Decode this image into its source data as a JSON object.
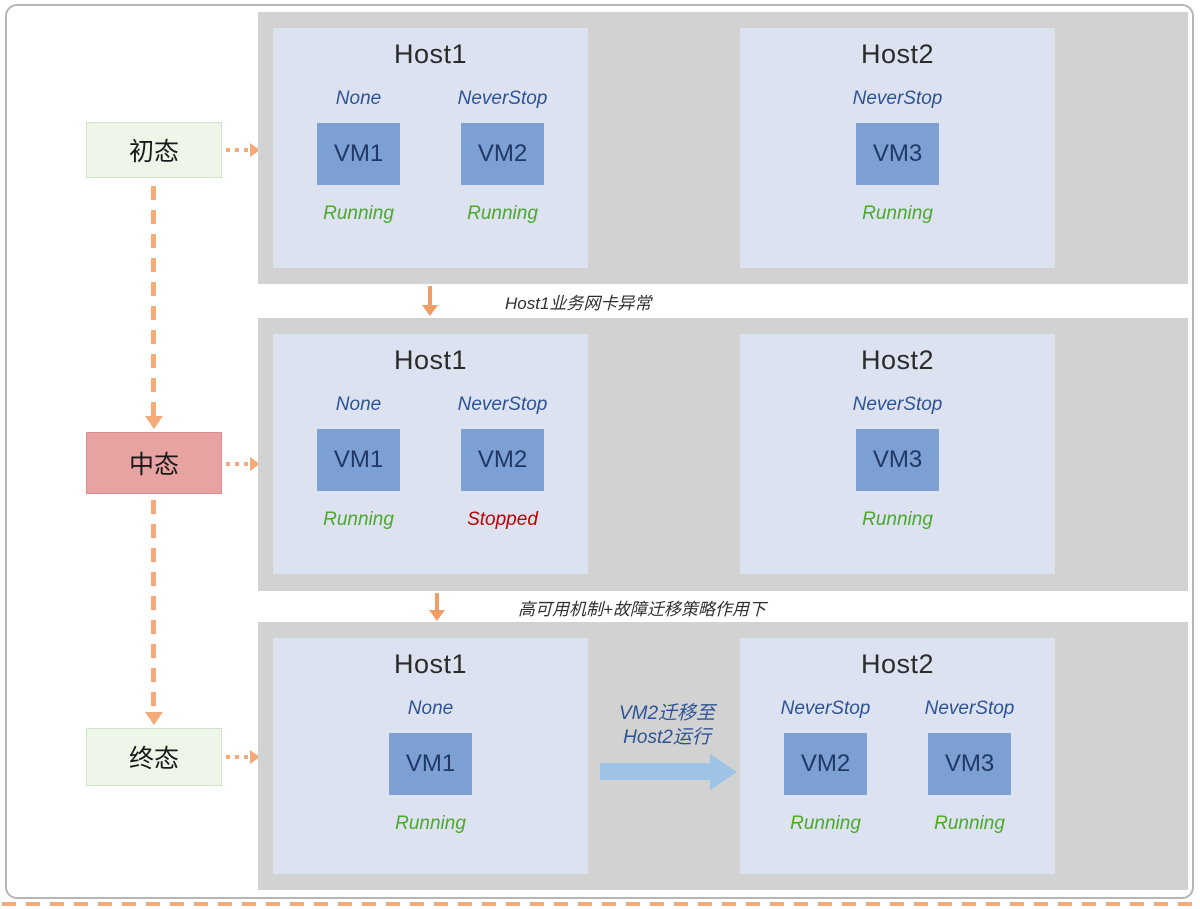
{
  "colors": {
    "stage_bg": "#d2d2d2",
    "host_bg": "#dce2f0",
    "vm_box_bg": "#7da0d4",
    "vm_box_text": "#1f3864",
    "policy_text": "#2e5395",
    "status_running": "#4ea72e",
    "status_stopped": "#c00000",
    "state_green_bg": "#edf6e9",
    "state_red_bg": "#e8a2a2",
    "flow_orange": "#f5ab79",
    "migration_arrow_blue": "#9dc3e6"
  },
  "states": [
    {
      "label": "初态"
    },
    {
      "label": "中态"
    },
    {
      "label": "终态"
    }
  ],
  "captions": {
    "t1": "Host1业务网卡异常",
    "t2": "高可用机制+故障迁移策略作用下"
  },
  "migration": {
    "line1": "VM2迁移至",
    "line2": "Host2运行"
  },
  "stages": [
    {
      "hosts": [
        {
          "title": "Host1",
          "vms": [
            {
              "name": "VM1",
              "policy": "None",
              "status": "Running"
            },
            {
              "name": "VM2",
              "policy": "NeverStop",
              "status": "Running"
            }
          ]
        },
        {
          "title": "Host2",
          "vms": [
            {
              "name": "VM3",
              "policy": "NeverStop",
              "status": "Running"
            }
          ]
        }
      ]
    },
    {
      "hosts": [
        {
          "title": "Host1",
          "vms": [
            {
              "name": "VM1",
              "policy": "None",
              "status": "Running"
            },
            {
              "name": "VM2",
              "policy": "NeverStop",
              "status": "Stopped"
            }
          ]
        },
        {
          "title": "Host2",
          "vms": [
            {
              "name": "VM3",
              "policy": "NeverStop",
              "status": "Running"
            }
          ]
        }
      ]
    },
    {
      "hosts": [
        {
          "title": "Host1",
          "vms": [
            {
              "name": "VM1",
              "policy": "None",
              "status": "Running"
            }
          ]
        },
        {
          "title": "Host2",
          "vms": [
            {
              "name": "VM2",
              "policy": "NeverStop",
              "status": "Running"
            },
            {
              "name": "VM3",
              "policy": "NeverStop",
              "status": "Running"
            }
          ]
        }
      ]
    }
  ]
}
